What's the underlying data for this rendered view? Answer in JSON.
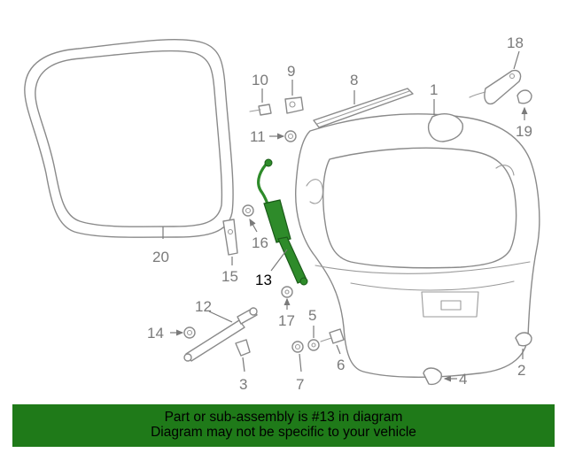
{
  "diagram": {
    "highlighted_part": "13",
    "highlight_color": "#2e8b2a",
    "callouts": [
      "1",
      "2",
      "3",
      "4",
      "5",
      "6",
      "7",
      "8",
      "9",
      "10",
      "11",
      "12",
      "13",
      "14",
      "15",
      "16",
      "17",
      "18",
      "19",
      "20"
    ]
  },
  "banner": {
    "line1": "Part or sub-assembly is #13 in diagram",
    "line2": "Diagram may not be specific to your vehicle",
    "background": "#1f7a19"
  }
}
